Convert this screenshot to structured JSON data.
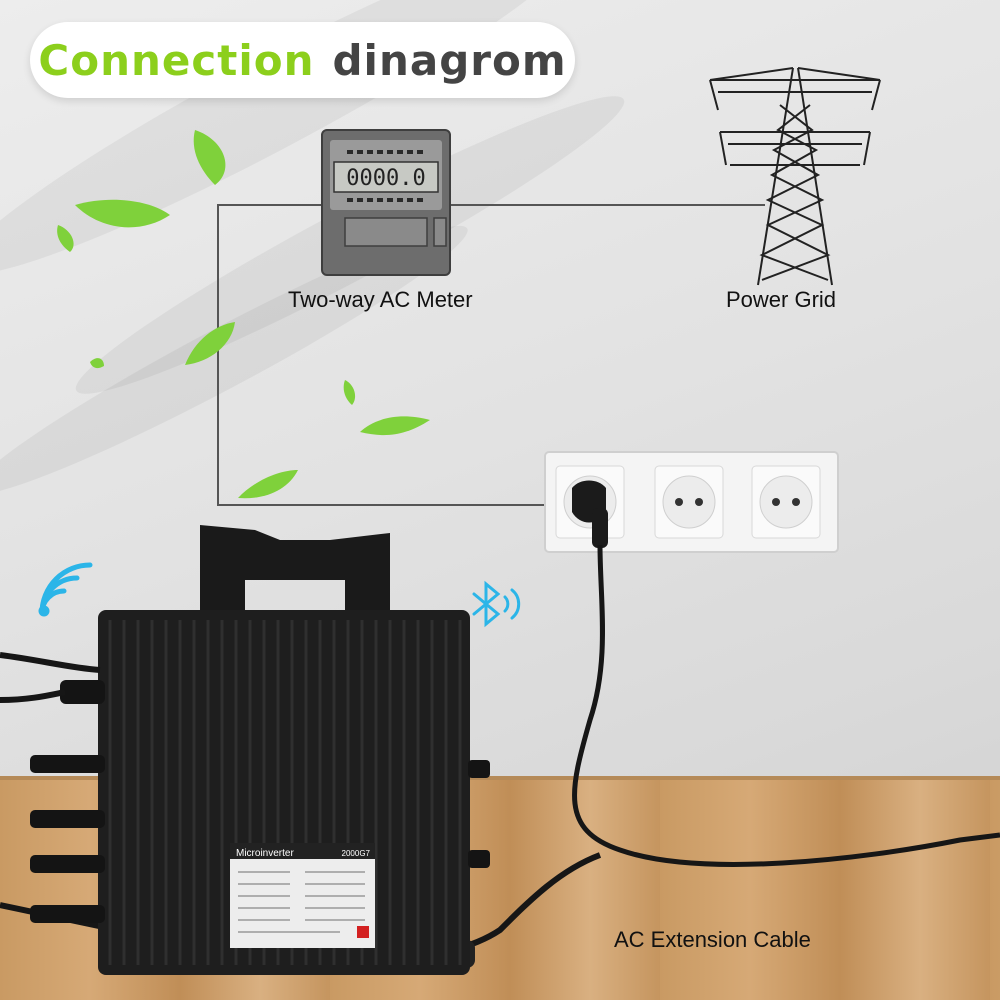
{
  "title": {
    "highlight": "Connection",
    "rest": "dinagrom"
  },
  "labels": {
    "meter": "Two-way AC Meter",
    "grid": "Power Grid",
    "cable": "AC Extension Cable"
  },
  "meter": {
    "reading": "0000.0"
  },
  "inverter": {
    "label": "Microinverter",
    "model": "2000G7"
  },
  "colors": {
    "title_green": "#8ccf1c",
    "wifi": "#2bb5e8",
    "bluetooth": "#2bb5e8",
    "leaf": "#7fd13b"
  },
  "icons": [
    "wifi-icon",
    "bluetooth-icon",
    "leaf-icon",
    "power-tower-icon",
    "socket-icon"
  ]
}
